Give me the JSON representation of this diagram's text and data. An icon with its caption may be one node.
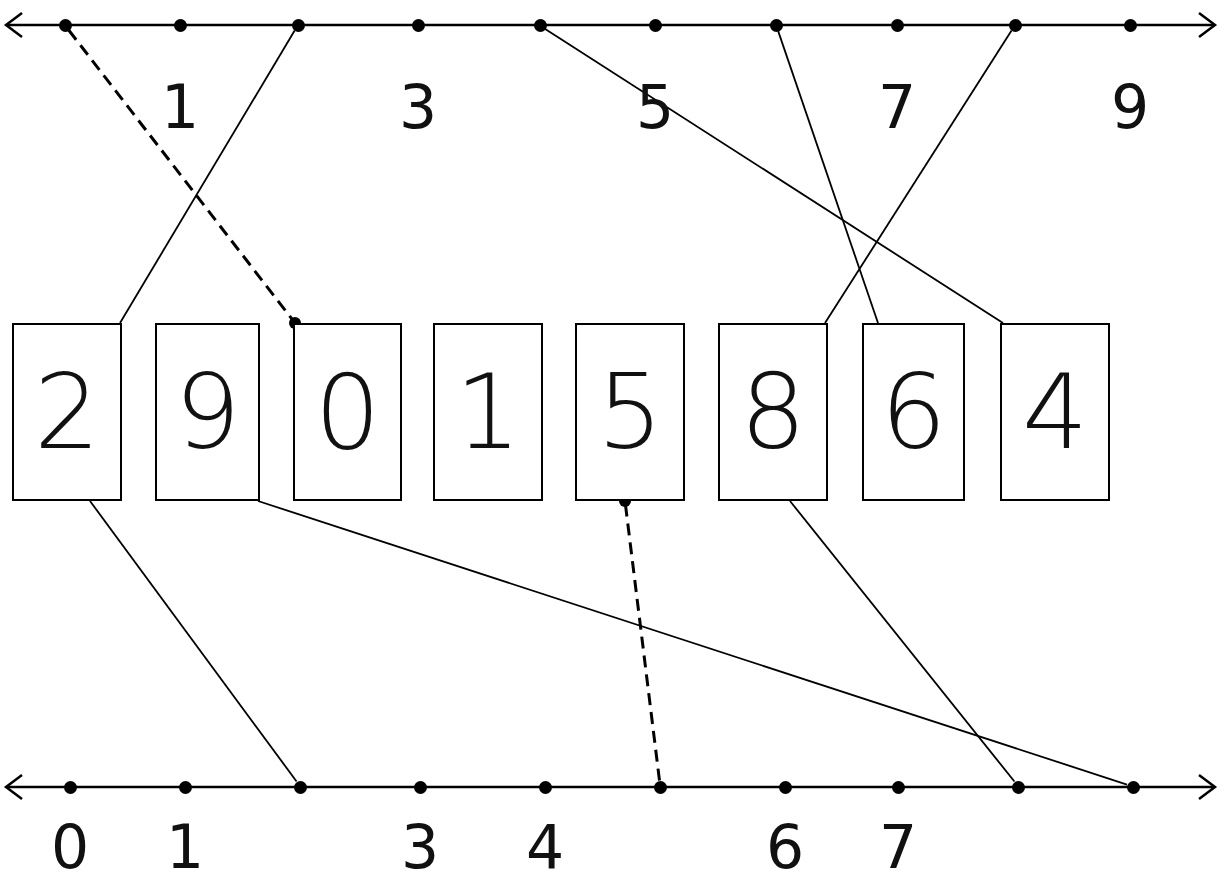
{
  "diagram": {
    "nodes": [
      {
        "text": [],
        "shape": "circle"
      },
      {
        "text": [],
        "shape": "circle",
        "beside": [
          "1"
        ]
      },
      {
        "text": [],
        "shape": "circle"
      },
      {
        "text": [],
        "shape": "circle",
        "beside": [
          "3"
        ]
      },
      {
        "text": [],
        "shape": "circle"
      },
      {
        "text": [],
        "shape": "circle",
        "beside": [
          "5"
        ]
      },
      {
        "text": [],
        "shape": "circle"
      },
      {
        "text": [],
        "shape": "circle",
        "beside": [
          "7"
        ]
      },
      {
        "text": [],
        "shape": "circle"
      },
      {
        "text": [],
        "shape": "circle",
        "beside": [
          "9"
        ]
      },
      {
        "text": [
          "2"
        ]
      },
      {
        "text": [
          "9"
        ]
      },
      {
        "text": [
          "0"
        ]
      },
      {
        "text": [
          "1"
        ]
      },
      {
        "text": [
          "5"
        ]
      },
      {
        "text": [
          "8"
        ]
      },
      {
        "text": [
          "6"
        ]
      },
      {
        "text": [
          "4"
        ]
      },
      {
        "text": [],
        "shape": "circle",
        "beside": [
          "0"
        ]
      },
      {
        "text": [],
        "shape": "circle",
        "beside": [
          "1"
        ]
      },
      {
        "text": [],
        "shape": "circle"
      },
      {
        "text": [],
        "shape": "circle",
        "beside": [
          "3"
        ]
      },
      {
        "text": [],
        "shape": "circle",
        "beside": [
          "4"
        ]
      },
      {
        "text": [],
        "shape": "circle"
      },
      {
        "text": [],
        "shape": "circle",
        "beside": [
          "6"
        ]
      },
      {
        "text": [],
        "shape": "circle",
        "beside": [
          "7"
        ]
      },
      {
        "text": [],
        "shape": "circle"
      },
      {
        "text": [],
        "shape": "circle"
      }
    ],
    "edges": [
      {
        "from": 0,
        "to": 12,
        "arrow": "other",
        "style": "dashed"
      },
      {
        "from": 2,
        "to": 10,
        "arrow": "none"
      },
      {
        "from": 4,
        "to": 17,
        "arrow": "none"
      },
      {
        "from": 6,
        "to": 16,
        "arrow": "none"
      },
      {
        "from": 8,
        "to": 15,
        "arrow": "none"
      },
      {
        "from": 10,
        "to": 20,
        "arrow": "none"
      },
      {
        "from": 11,
        "to": 27,
        "arrow": "none"
      },
      {
        "from": 23,
        "to": 14,
        "arrow": "other",
        "style": "dashed"
      },
      {
        "from": 15,
        "to": 26,
        "arrow": "none"
      }
    ]
  }
}
